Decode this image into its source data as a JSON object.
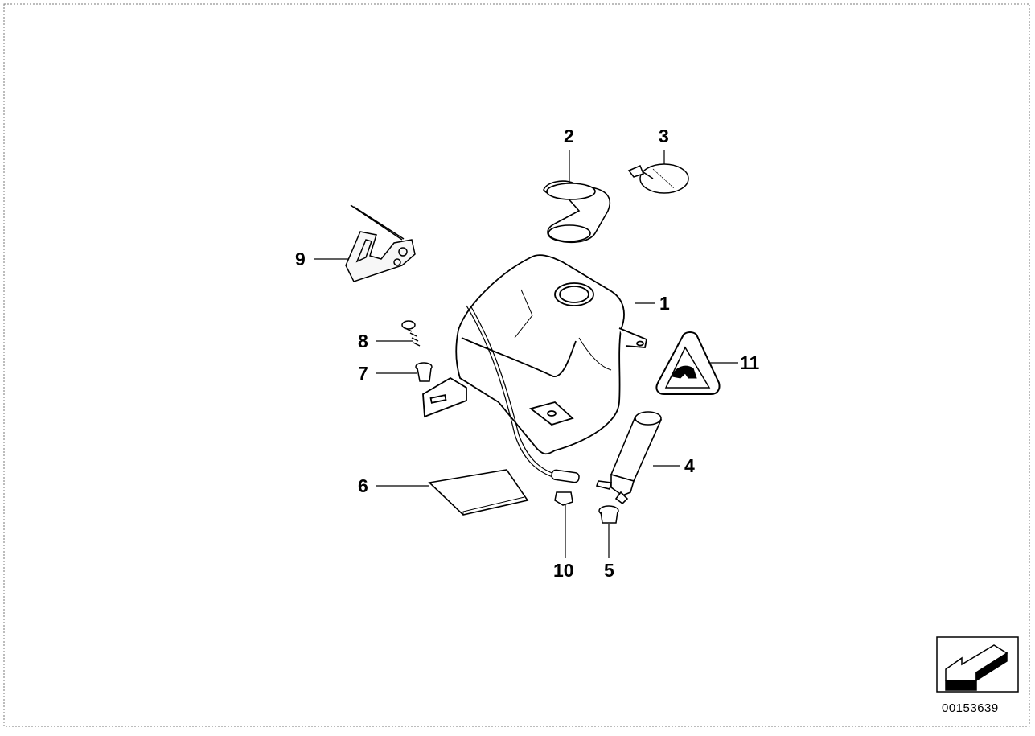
{
  "diagram": {
    "callouts": [
      {
        "id": "1",
        "label": "1"
      },
      {
        "id": "2",
        "label": "2"
      },
      {
        "id": "3",
        "label": "3"
      },
      {
        "id": "4",
        "label": "4"
      },
      {
        "id": "5",
        "label": "5"
      },
      {
        "id": "6",
        "label": "6"
      },
      {
        "id": "7",
        "label": "7"
      },
      {
        "id": "8",
        "label": "8"
      },
      {
        "id": "9",
        "label": "9"
      },
      {
        "id": "10",
        "label": "10"
      },
      {
        "id": "11",
        "label": "11"
      }
    ],
    "document_number": "00153639",
    "colors": {
      "line": "#000000",
      "background": "#ffffff",
      "frame": "#7a7a7a",
      "fill": "#f7f7f7"
    }
  }
}
